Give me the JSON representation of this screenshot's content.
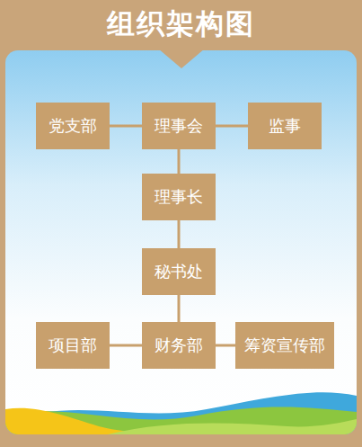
{
  "diagram": {
    "title": "组织架构图",
    "nodes": [
      {
        "text": [
          "党支部"
        ]
      },
      {
        "text": [
          "理事会"
        ]
      },
      {
        "text": [
          "监事"
        ]
      },
      {
        "text": [
          "理事长"
        ]
      },
      {
        "text": [
          "秘书处"
        ]
      },
      {
        "text": [
          "项目部"
        ]
      },
      {
        "text": [
          "财务部"
        ]
      },
      {
        "text": [
          "筹资宣传部"
        ]
      }
    ],
    "edges": [
      {
        "from": 1,
        "to": 0,
        "arrow": "none"
      },
      {
        "from": 1,
        "to": 2,
        "arrow": "none"
      },
      {
        "from": 1,
        "to": 3,
        "arrow": "none"
      },
      {
        "from": 3,
        "to": 4,
        "arrow": "none"
      },
      {
        "from": 4,
        "to": 6,
        "arrow": "none"
      },
      {
        "from": 6,
        "to": 5,
        "arrow": "none"
      },
      {
        "from": 6,
        "to": 7,
        "arrow": "none"
      }
    ]
  }
}
